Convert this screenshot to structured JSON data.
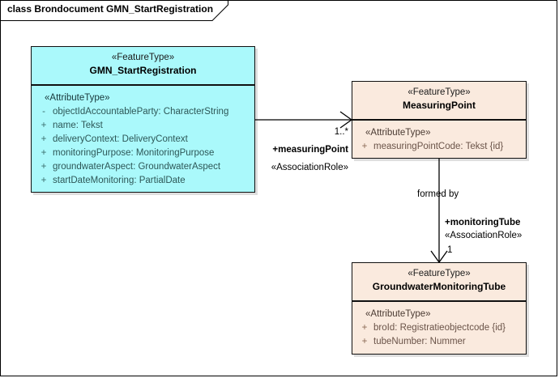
{
  "diagram": {
    "title": "class Brondocument GMN_StartRegistration",
    "background_color": "#ffffff",
    "frame_color": "#000000"
  },
  "classes": [
    {
      "id": "gmn-startregistration",
      "stereotype": "«FeatureType»",
      "name": "GMN_StartRegistration",
      "fill_color": "#aaf9fb",
      "compartment_stereotype": "«AttributeType»",
      "attributes": [
        {
          "visibility": "-",
          "text": "objectIdAccountableParty: CharacterString"
        },
        {
          "visibility": "+",
          "text": "name: Tekst"
        },
        {
          "visibility": "+",
          "text": "deliveryContext: DeliveryContext"
        },
        {
          "visibility": "+",
          "text": "monitoringPurpose: MonitoringPurpose"
        },
        {
          "visibility": "+",
          "text": "groundwaterAspect: GroundwaterAspect"
        },
        {
          "visibility": "+",
          "text": "startDateMonitoring: PartialDate"
        }
      ]
    },
    {
      "id": "measuringpoint",
      "stereotype": "«FeatureType»",
      "name": "MeasuringPoint",
      "fill_color": "#faeade",
      "compartment_stereotype": "«AttributeType»",
      "attributes": [
        {
          "visibility": "+",
          "text": "measuringPointCode: Tekst {id}"
        }
      ]
    },
    {
      "id": "groundwatermonitoringtube",
      "stereotype": "«FeatureType»",
      "name": "GroundwaterMonitoringTube",
      "fill_color": "#faeade",
      "compartment_stereotype": "«AttributeType»",
      "attributes": [
        {
          "visibility": "+",
          "text": "broId: Registratieobjectcode {id}"
        },
        {
          "visibility": "+",
          "text": "tubeNumber: Nummer"
        }
      ]
    }
  ],
  "associations": [
    {
      "id": "gmn-to-measuringpoint",
      "from": "gmn-startregistration",
      "to": "measuringpoint",
      "multiplicity": "1..*",
      "role": "+measuringPoint",
      "role_stereotype": "«AssociationRole»"
    },
    {
      "id": "measuringpoint-to-tube",
      "from": "measuringpoint",
      "to": "groundwatermonitoringtube",
      "name": "formed by",
      "multiplicity": "1",
      "role": "+monitoringTube",
      "role_stereotype": "«AssociationRole»"
    }
  ]
}
